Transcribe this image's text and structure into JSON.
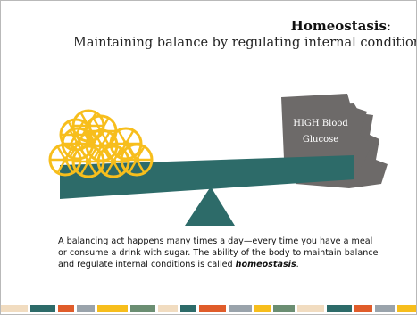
{
  "title": {
    "bold": "Homeostasis",
    "colon": ":"
  },
  "subtitle": "Maintaining balance by regulating internal conditions",
  "glucose_card": {
    "line1": "HIGH Blood",
    "line2": "Glucose",
    "card_color": "#6d6a69"
  },
  "colors": {
    "beam": "#2d6b69",
    "fulcrum": "#2d6b69",
    "insulin_wheel": "#f7be1c"
  },
  "caption": {
    "text": "A balancing act happens many times a day—every time you have a meal or consume a drink with sugar. The ability of the body to maintain balance and regulate internal conditions is called ",
    "term": "homeostasis",
    "end": "."
  },
  "stripe_colors": [
    "#f1dcc0",
    "#2d6b69",
    "#e05c2a",
    "#9aa3ab",
    "#f7be1c",
    "#6b8e72"
  ]
}
